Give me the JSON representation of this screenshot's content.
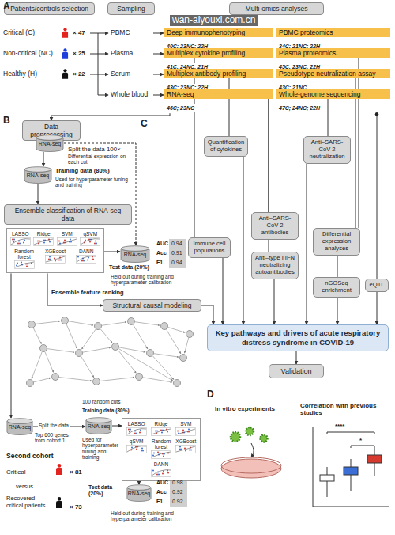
{
  "diagram": {
    "nodes": [
      {
        "text": [
          "Patients/controls selection"
        ]
      },
      {
        "text": [
          "Sampling"
        ]
      },
      {
        "text": [
          "Multi-omics analyses"
        ]
      },
      {
        "text": [
          "Deep immunophenotyping",
          "40C; 23NC; 22H"
        ]
      },
      {
        "text": [
          "PBMC proteomics",
          "34C; 21NC; 22H"
        ]
      },
      {
        "text": [
          "Multiplex cytokine profiling",
          "41C; 24NC; 21H"
        ]
      },
      {
        "text": [
          "Plasma proteomics",
          "45C; 23NC; 22H"
        ]
      },
      {
        "text": [
          "Multiplex antibody profiling",
          "43C; 23NC; 22H"
        ]
      },
      {
        "text": [
          "Pseudotype neutralization assay",
          "43C; 21NC"
        ]
      },
      {
        "text": [
          "RNA-seq",
          "46C; 23NC"
        ]
      },
      {
        "text": [
          "Whole-genome sequencing",
          "47C; 24NC; 22H"
        ]
      },
      {
        "text": [
          "Data preprocessing"
        ]
      },
      {
        "text": [
          "RNA-seq"
        ]
      },
      {
        "text": [
          "RNA-seq"
        ]
      },
      {
        "text": [
          "Ensemble classification of RNA-seq data"
        ]
      },
      {
        "text": [
          "LASSO",
          "Ridge",
          "SVM",
          "qSVM",
          "Random forest",
          "XGBoost",
          "DANN"
        ]
      },
      {
        "text": [
          "RNA-seq"
        ]
      },
      {
        "text": [
          "Structural causal modeling"
        ]
      },
      {
        "text": [
          "Immune cell populations"
        ]
      },
      {
        "text": [
          "Quantification of cytokines"
        ]
      },
      {
        "text": [
          "Anti–SARS-CoV-2 antibodies"
        ]
      },
      {
        "text": [
          "Anti–type I IFN neutralizing autoantibodies"
        ]
      },
      {
        "text": [
          "Anti–SARS-CoV-2 neutralization"
        ]
      },
      {
        "text": [
          "Differential expression analyses"
        ]
      },
      {
        "text": [
          "nGOSeq enrichment"
        ]
      },
      {
        "text": [
          "eQTL"
        ]
      },
      {
        "text": [
          "Key pathways and drivers of acute respiratory distress syndrome in COVID-19"
        ]
      },
      {
        "text": [
          "Validation"
        ]
      },
      {
        "text": [
          "RNA-seq"
        ]
      },
      {
        "text": [
          "RNA-seq"
        ]
      },
      {
        "text": [
          "LASSO",
          "Ridge",
          "SVM",
          "qSVM",
          "Random forest",
          "XGBoost",
          "DANN"
        ]
      },
      {
        "text": [
          "RNA-seq"
        ]
      }
    ],
    "edges": [
      {
        "from": 3,
        "to": 18,
        "arrow": "none"
      },
      {
        "from": 5,
        "to": 19,
        "arrow": "none"
      },
      {
        "from": 7,
        "to": 20,
        "arrow": "none"
      },
      {
        "from": 7,
        "to": 21,
        "arrow": "none"
      },
      {
        "from": 8,
        "to": 22,
        "arrow": "none"
      },
      {
        "from": 4,
        "to": 23,
        "arrow": "none"
      },
      {
        "from": 6,
        "to": 23,
        "arrow": "none"
      },
      {
        "from": 23,
        "to": 24,
        "arrow": "none"
      },
      {
        "from": 10,
        "to": 25,
        "arrow": "none"
      },
      {
        "from": 9,
        "to": 11,
        "arrow": "to"
      },
      {
        "from": 12,
        "to": 13,
        "arrow": "to"
      },
      {
        "from": 12,
        "to": 16,
        "arrow": "to"
      },
      {
        "from": 13,
        "to": 14,
        "arrow": "to"
      },
      {
        "from": 15,
        "to": 16,
        "arrow": "to"
      },
      {
        "from": 15,
        "to": 17,
        "label": "Ensemble feature ranking",
        "arrow": "to"
      },
      {
        "from": 15,
        "to": 28,
        "arrow": "to"
      },
      {
        "from": 28,
        "to": 29,
        "label": "Split the data",
        "arrow": "to"
      },
      {
        "from": 29,
        "to": 30,
        "arrow": "to"
      },
      {
        "from": 30,
        "to": 31,
        "arrow": "to"
      },
      {
        "from": 18,
        "to": 26,
        "arrow": "to"
      },
      {
        "from": 19,
        "to": 26,
        "arrow": "to"
      },
      {
        "from": 21,
        "to": 26,
        "arrow": "to"
      },
      {
        "from": 22,
        "to": 26,
        "arrow": "to"
      },
      {
        "from": 24,
        "to": 26,
        "arrow": "to"
      },
      {
        "from": 25,
        "to": 26,
        "arrow": "to"
      },
      {
        "from": 17,
        "to": 26,
        "arrow": "to"
      },
      {
        "from": 26,
        "to": 27,
        "arrow": "to"
      }
    ],
    "labels": [
      "A",
      "Critical (C)",
      "× 47",
      "Non-critical (NC)",
      "× 25",
      "Healthy (H)",
      "× 22",
      "PBMC",
      "Plasma",
      "Serum",
      "Whole blood",
      "wan-aiyouxi.com.cn",
      "B",
      "Split the data 100×",
      "Differential expression on each cut",
      "Training data (80%)",
      "Used for hyperparameter tuning and training",
      "Test data (20%)",
      "AUC",
      "0.94",
      "Acc",
      "0.91",
      "F1",
      "0.94",
      "Held out during training and hyperparameter calibration",
      "C",
      "D",
      "In vitro experiments",
      "Correlation with previous studies",
      "****",
      "*",
      "100 random cuts",
      "Top 600 genes from cohort 1",
      "Training data (80%)",
      "Used for hyperparameter tuning and training",
      "Second cohort",
      "Critical",
      "× 81",
      "versus",
      "Recovered critical patients",
      "× 73",
      "Test data (20%)",
      "AUC",
      "0.98",
      "Acc",
      "0.92",
      "F1",
      "0.92",
      "Held out during training and hyperparameter calibration"
    ]
  }
}
